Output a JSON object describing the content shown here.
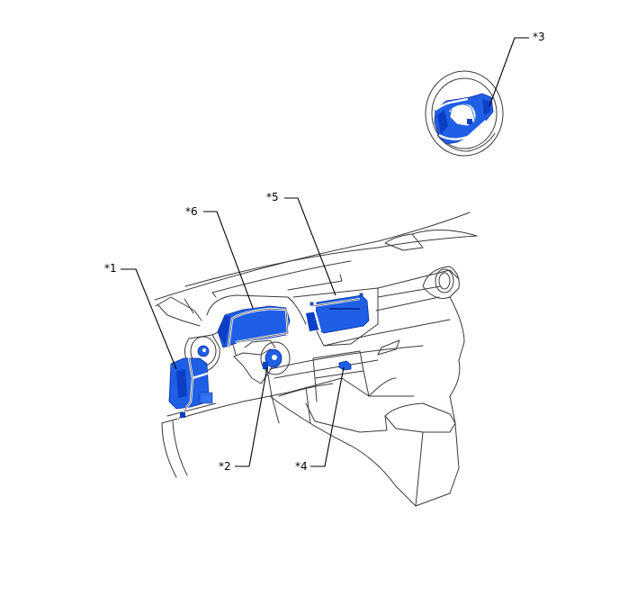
{
  "diagram": {
    "type": "parts-location-illustration",
    "subject": "vehicle instrument panel / dashboard",
    "highlight_color": "#1f5fe6",
    "line_color": "#3a3a3a",
    "callouts": [
      {
        "id": 1,
        "label": "*1",
        "component": "junction block / ECU (driver side, lower left)"
      },
      {
        "id": 2,
        "label": "*2",
        "component": "ignition / engine switch (right of steering column)"
      },
      {
        "id": 3,
        "label": "*3",
        "component": "steering wheel switch assembly (steering pad)"
      },
      {
        "id": 4,
        "label": "*4",
        "component": "connector below center stack"
      },
      {
        "id": 5,
        "label": "*5",
        "component": "center display / audio unit"
      },
      {
        "id": 6,
        "label": "*6",
        "component": "combination meter"
      }
    ]
  }
}
